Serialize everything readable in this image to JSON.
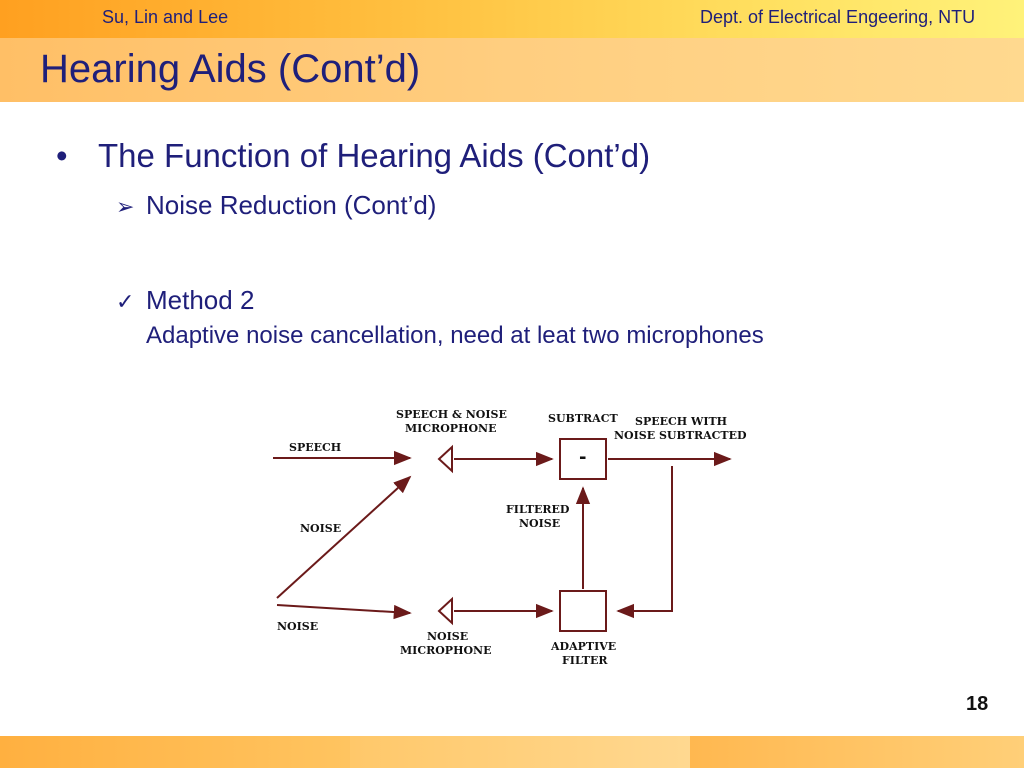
{
  "slide": {
    "title": "Hearing Aids (Cont’d)",
    "page_number": "18"
  },
  "content": {
    "bullet1": "The Function of Hearing Aids (Cont’d)",
    "bullet1_marker": "•",
    "bullet2_marker": "➢",
    "bullet2": "Noise Reduction (Cont’d)",
    "bullet3_marker": "✓",
    "bullet3": "Method 2",
    "bullet3_detail": "Adaptive noise cancellation, need at leat two microphones"
  },
  "diagram": {
    "speech_label": "SPEECH",
    "noise_label_diagonal": "NOISE",
    "noise_label_bottom": "NOISE",
    "top_mic_label_line1": "SPEECH & NOISE",
    "top_mic_label_line2": "MICROPHONE",
    "bottom_mic_label_line1": "NOISE",
    "bottom_mic_label_line2": "MICROPHONE",
    "subtract_label": "SUBTRACT",
    "subtract_symbol": "-",
    "output_label_line1": "SPEECH WITH",
    "output_label_line2": "NOISE SUBTRACTED",
    "filtered_label_line1": "FILTERED",
    "filtered_label_line2": "NOISE",
    "adaptive_label_line1": "ADAPTIVE",
    "adaptive_label_line2": "FILTER",
    "colors": {
      "arrow": "#6b1a1a",
      "box": "#6b1a1a"
    }
  },
  "footer": {
    "left": "Su, Lin and Lee",
    "right": "Dept. of Electrical Engeering, NTU"
  }
}
